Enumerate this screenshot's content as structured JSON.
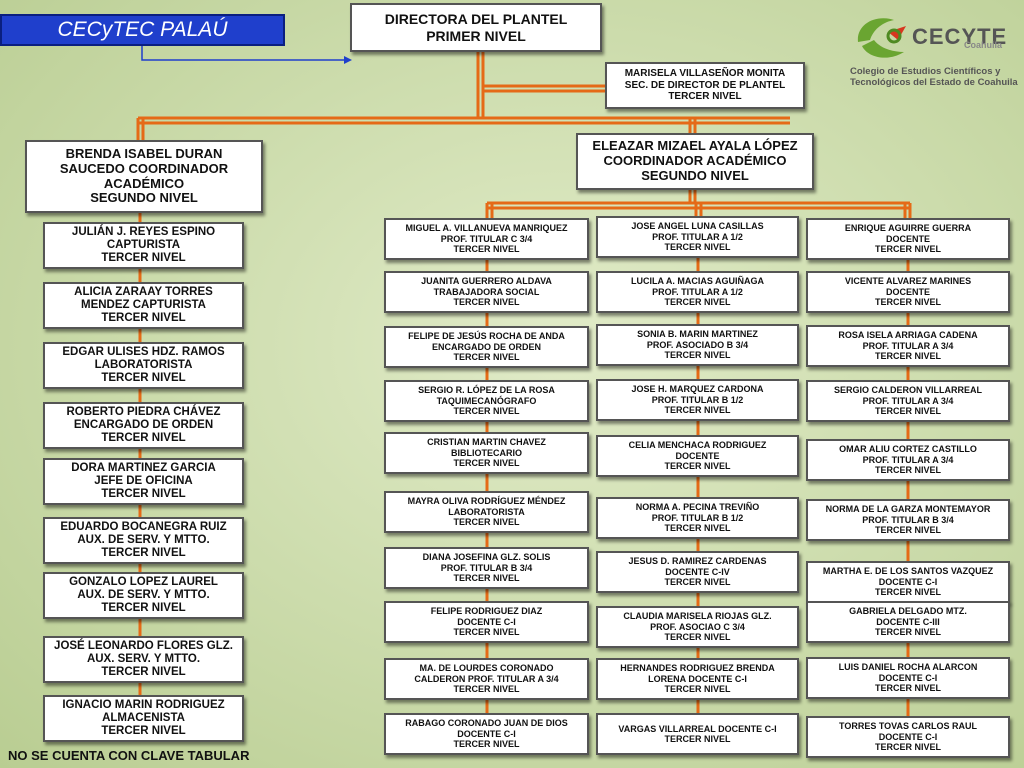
{
  "title": "CECyTEC PALAÚ",
  "logo": {
    "brand": "CECYTE",
    "sub": "Coahuila",
    "desc1": "Colegio de Estudios Científicos y",
    "desc2": "Tecnológicos del Estado de Coahuila",
    "colors": {
      "green": "#6aa531",
      "red": "#d7371f"
    }
  },
  "footer": "NO SE CUENTA CON CLAVE TABULAR",
  "colors": {
    "connector": "#e56a17",
    "title_bg": "#1f3fcc",
    "arrow": "#1f3fcc"
  },
  "director": {
    "lines": [
      "DIRECTORA DEL PLANTEL",
      "PRIMER NIVEL"
    ]
  },
  "secretary": {
    "lines": [
      "MARISELA VILLASEÑOR MONITA",
      "SEC. DE DIRECTOR DE PLANTEL",
      "TERCER NIVEL"
    ]
  },
  "coord_left": {
    "lines": [
      "BRENDA ISABEL DURAN",
      "SAUCEDO COORDINADOR",
      "ACADÉMICO",
      "SEGUNDO NIVEL"
    ]
  },
  "coord_right": {
    "lines": [
      "ELEAZAR MIZAEL AYALA LÓPEZ",
      "COORDINADOR ACADÉMICO",
      "SEGUNDO NIVEL"
    ]
  },
  "left_staff": [
    {
      "lines": [
        "JULIÁN J. REYES ESPINO",
        "CAPTURISTA",
        "TERCER NIVEL"
      ]
    },
    {
      "lines": [
        "ALICIA ZARAAY TORRES",
        "MENDEZ CAPTURISTA",
        "TERCER NIVEL"
      ]
    },
    {
      "lines": [
        "EDGAR ULISES HDZ. RAMOS",
        "LABORATORISTA",
        "TERCER NIVEL"
      ]
    },
    {
      "lines": [
        "ROBERTO PIEDRA CHÁVEZ",
        "ENCARGADO DE ORDEN",
        "TERCER NIVEL"
      ]
    },
    {
      "lines": [
        "DORA MARTINEZ GARCIA",
        "JEFE DE OFICINA",
        "TERCER NIVEL"
      ]
    },
    {
      "lines": [
        "EDUARDO BOCANEGRA RUIZ",
        "AUX. DE SERV. Y MTTO.",
        "TERCER NIVEL"
      ]
    },
    {
      "lines": [
        "GONZALO LOPEZ LAUREL",
        "AUX. DE SERV. Y MTTO.",
        "TERCER NIVEL"
      ]
    },
    {
      "lines": [
        "JOSÉ LEONARDO FLORES GLZ.",
        "AUX.  SERV. Y MTTO.",
        "TERCER NIVEL"
      ]
    },
    {
      "lines": [
        "IGNACIO MARIN RODRIGUEZ",
        "ALMACENISTA",
        "TERCER NIVEL"
      ]
    }
  ],
  "col_a": [
    {
      "lines": [
        "MIGUEL A. VILLANUEVA MANRIQUEZ",
        "PROF. TITULAR C 3/4",
        "TERCER NIVEL"
      ]
    },
    {
      "lines": [
        "JUANITA GUERRERO ALDAVA",
        "TRABAJADORA SOCIAL",
        "TERCER NIVEL"
      ]
    },
    {
      "lines": [
        "FELIPE DE JESÚS ROCHA DE ANDA",
        "ENCARGADO DE ORDEN",
        "TERCER NIVEL"
      ]
    },
    {
      "lines": [
        "SERGIO R. LÓPEZ DE LA ROSA",
        "TAQUIMECANÓGRAFO",
        "TERCER NIVEL"
      ]
    },
    {
      "lines": [
        "CRISTIAN MARTIN CHAVEZ",
        "BIBLIOTECARIO",
        "TERCER NIVEL"
      ]
    },
    {
      "lines": [
        "MAYRA OLIVA RODRÍGUEZ MÉNDEZ",
        "LABORATORISTA",
        "TERCER NIVEL"
      ]
    },
    {
      "lines": [
        "DIANA JOSEFINA GLZ. SOLIS",
        "PROF. TITULAR B 3/4",
        "TERCER NIVEL"
      ]
    },
    {
      "lines": [
        "FELIPE RODRIGUEZ DIAZ",
        "DOCENTE C-I",
        "TERCER NIVEL"
      ]
    },
    {
      "lines": [
        "MA. DE LOURDES CORONADO",
        "CALDERON PROF. TITULAR A 3/4",
        "TERCER NIVEL"
      ]
    },
    {
      "lines": [
        "RABAGO CORONADO JUAN DE DIOS",
        "DOCENTE C-I",
        "TERCER NIVEL"
      ]
    }
  ],
  "col_b": [
    {
      "lines": [
        "JOSE ANGEL LUNA CASILLAS",
        "PROF. TITULAR A 1/2",
        "TERCER NIVEL"
      ]
    },
    {
      "lines": [
        "LUCILA A. MACIAS AGUIÑAGA",
        "PROF. TITULAR A 1/2",
        "TERCER NIVEL"
      ]
    },
    {
      "lines": [
        "SONIA B. MARIN MARTINEZ",
        "PROF. ASOCIADO B 3/4",
        "TERCER NIVEL"
      ]
    },
    {
      "lines": [
        "JOSE H. MARQUEZ CARDONA",
        "PROF. TITULAR B 1/2",
        "TERCER NIVEL"
      ]
    },
    {
      "lines": [
        "CELIA MENCHACA RODRIGUEZ",
        "DOCENTE",
        "TERCER NIVEL"
      ]
    },
    {
      "lines": [
        "NORMA A. PECINA TREVIÑO",
        "PROF. TITULAR B 1/2",
        "TERCER NIVEL"
      ]
    },
    {
      "lines": [
        "JESUS D. RAMIREZ CARDENAS",
        "DOCENTE C-IV",
        "TERCER NIVEL"
      ]
    },
    {
      "lines": [
        "CLAUDIA MARISELA RIOJAS GLZ.",
        "PROF. ASOCIAO C 3/4",
        "TERCER NIVEL"
      ]
    },
    {
      "lines": [
        "HERNANDES RODRIGUEZ BRENDA",
        "LORENA DOCENTE C-I",
        "TERCER NIVEL"
      ]
    },
    {
      "lines": [
        "VARGAS VILLARREAL DOCENTE C-I",
        "TERCER NIVEL"
      ]
    }
  ],
  "col_c": [
    {
      "lines": [
        "ENRIQUE AGUIRRE GUERRA",
        "DOCENTE",
        "TERCER NIVEL"
      ]
    },
    {
      "lines": [
        "VICENTE ALVAREZ MARINES",
        "DOCENTE",
        "TERCER NIVEL"
      ]
    },
    {
      "lines": [
        "ROSA ISELA ARRIAGA CADENA",
        "PROF. TITULAR A 3/4",
        "TERCER NIVEL"
      ]
    },
    {
      "lines": [
        "SERGIO CALDERON VILLARREAL",
        "PROF. TITULAR A 3/4",
        "TERCER NIVEL"
      ]
    },
    {
      "lines": [
        "OMAR ALIU CORTEZ CASTILLO",
        "PROF. TITULAR A 3/4",
        "TERCER NIVEL"
      ]
    },
    {
      "lines": [
        "NORMA  DE LA GARZA MONTEMAYOR",
        "PROF. TITULAR B 3/4",
        "TERCER NIVEL"
      ]
    },
    {
      "lines": [
        "MARTHA E. DE LOS SANTOS VAZQUEZ",
        "DOCENTE C-I",
        "TERCER NIVEL"
      ]
    },
    {
      "lines": [
        "GABRIELA DELGADO MTZ.",
        "DOCENTE C-III",
        "TERCER NIVEL"
      ]
    },
    {
      "lines": [
        "LUIS DANIEL ROCHA ALARCON",
        "DOCENTE C-I",
        "TERCER NIVEL"
      ]
    },
    {
      "lines": [
        "TORRES TOVAS CARLOS RAUL",
        "DOCENTE C-I",
        "TERCER NIVEL"
      ]
    }
  ]
}
